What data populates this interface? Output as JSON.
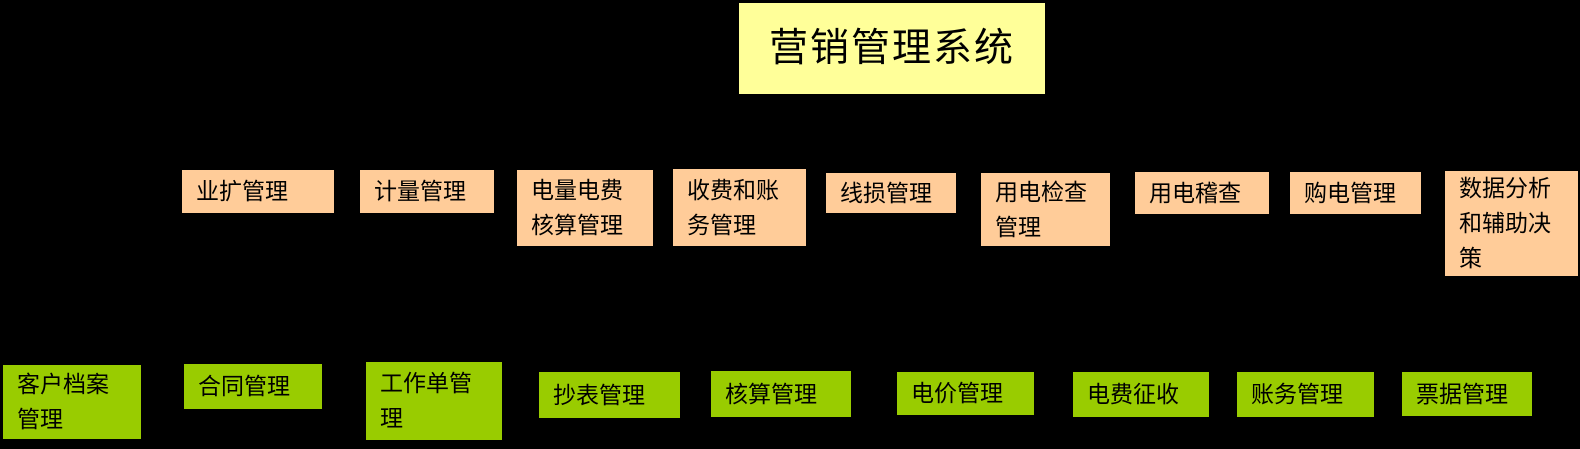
{
  "diagram": {
    "title": "营销管理系统",
    "colors": {
      "background": "#000000",
      "title_fill": "#FFFF99",
      "level2_fill": "#FFCC99",
      "level3_fill": "#99CC00",
      "text": "#000000"
    },
    "level2_modules": [
      "业扩管理",
      "计量管理",
      "电量电费\n核算管理",
      "收费和账\n务管理",
      "线损管理",
      "用电检查\n管理",
      "用电稽查",
      "购电管理",
      "数据分析\n和辅助决\n策"
    ],
    "level3_modules": [
      "客户档案\n管理",
      "合同管理",
      "工作单管\n理",
      "抄表管理",
      "核算管理",
      "电价管理",
      "电费征收",
      "账务管理",
      "票据管理"
    ]
  }
}
